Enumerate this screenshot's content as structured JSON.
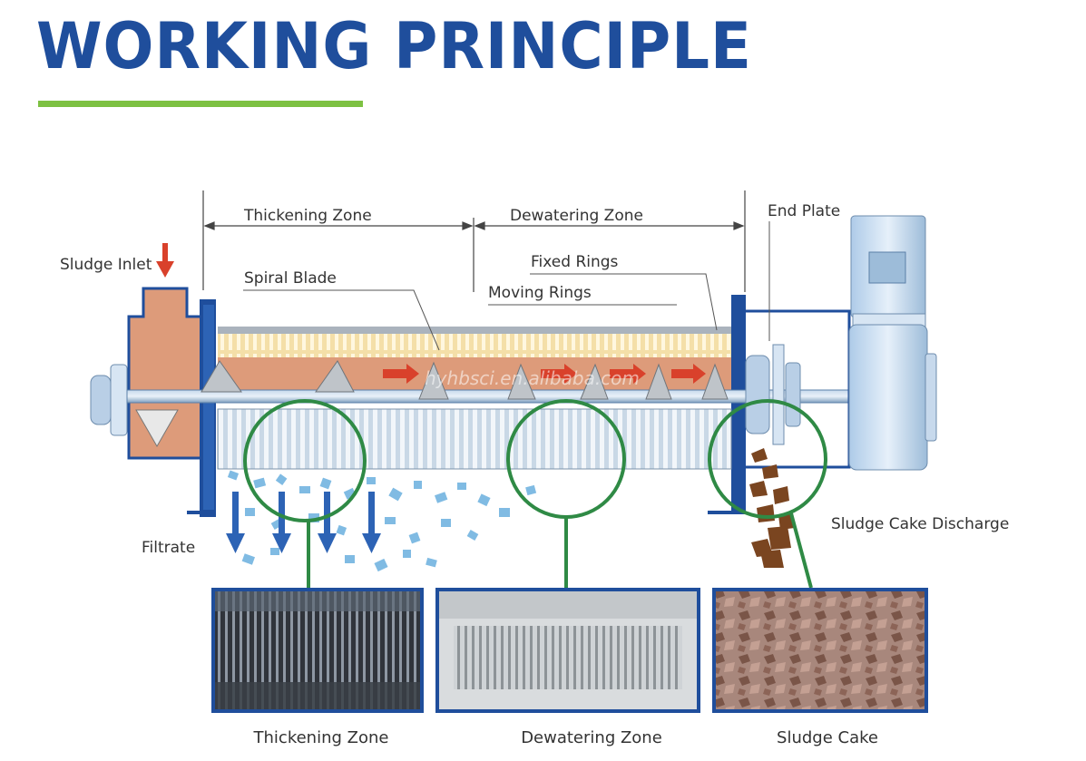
{
  "header": {
    "title": "WORKING PRINCIPLE",
    "underline_color": "#7dc142",
    "title_color": "#1f4e9c"
  },
  "diagram": {
    "labels": {
      "thickening_zone": "Thickening Zone",
      "dewatering_zone": "Dewatering Zone",
      "end_plate": "End Plate",
      "sludge_inlet": "Sludge Inlet",
      "spiral_blade": "Spiral Blade",
      "fixed_rings": "Fixed Rings",
      "moving_rings": "Moving Rings",
      "filtrate": "Filtrate",
      "sludge_cake_discharge": "Sludge Cake Discharge"
    },
    "watermark": "hyhbsci.en.alibaba.com",
    "colors": {
      "sludge": "#dd9b7a",
      "pipe": "#5a7fa8",
      "detail_circle": "#2f8a45",
      "flow_arrow": "#d9412b",
      "filtrate_drop": "#6ab0df",
      "cake": "#7a4520",
      "motor": "#cfe1f3"
    }
  },
  "photos": [
    {
      "caption": "Thickening Zone"
    },
    {
      "caption": "Dewatering Zone"
    },
    {
      "caption": "Sludge Cake"
    }
  ]
}
